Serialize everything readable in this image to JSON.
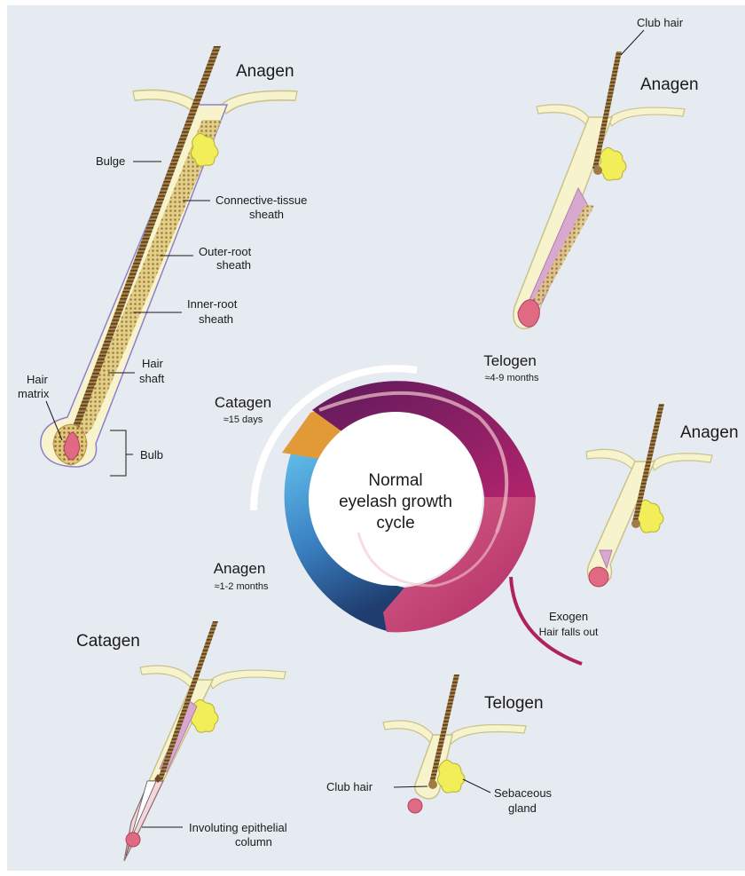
{
  "diagram": {
    "colors": {
      "background": "#e6eaf1",
      "skin": "#f7f3cc",
      "skin_stroke": "#c9c38a",
      "hair": "#8a6b3c",
      "gland": "#f2ee5a",
      "papilla": "#e06a82",
      "telogen_purple": "#8b2060",
      "exogen_pink": "#c83e74",
      "anagen_blue": "#5ab6e6",
      "catagen_orange": "#e29a36"
    },
    "cycle": {
      "center_lines": [
        "Normal",
        "eyelash growth",
        "cycle"
      ],
      "telogen": {
        "name": "Telogen",
        "duration": "≈4-9 months"
      },
      "catagen": {
        "name": "Catagen",
        "duration": "≈15 days"
      },
      "anagen": {
        "name": "Anagen",
        "duration": "≈1-2 months"
      },
      "exogen": {
        "name": "Exogen",
        "note": "Hair falls out"
      }
    },
    "anagen_detail": {
      "title": "Anagen",
      "labels": {
        "bulge": "Bulge",
        "connective_1": "Connective-tissue",
        "connective_2": "sheath",
        "outer_1": "Outer-root",
        "outer_2": "sheath",
        "inner_1": "Inner-root",
        "inner_2": "sheath",
        "shaft_1": "Hair",
        "shaft_2": "shaft",
        "matrix_1": "Hair",
        "matrix_2": "matrix",
        "bulb": "Bulb"
      }
    },
    "top_right": {
      "title": "Anagen",
      "club_hair": "Club hair"
    },
    "mid_right": {
      "title": "Anagen"
    },
    "catagen_detail": {
      "title": "Catagen",
      "involuting_1": "Involuting epithelial",
      "involuting_2": "column"
    },
    "telogen_detail": {
      "title": "Telogen",
      "club_hair": "Club hair",
      "sebaceous_1": "Sebaceous",
      "sebaceous_2": "gland"
    }
  }
}
